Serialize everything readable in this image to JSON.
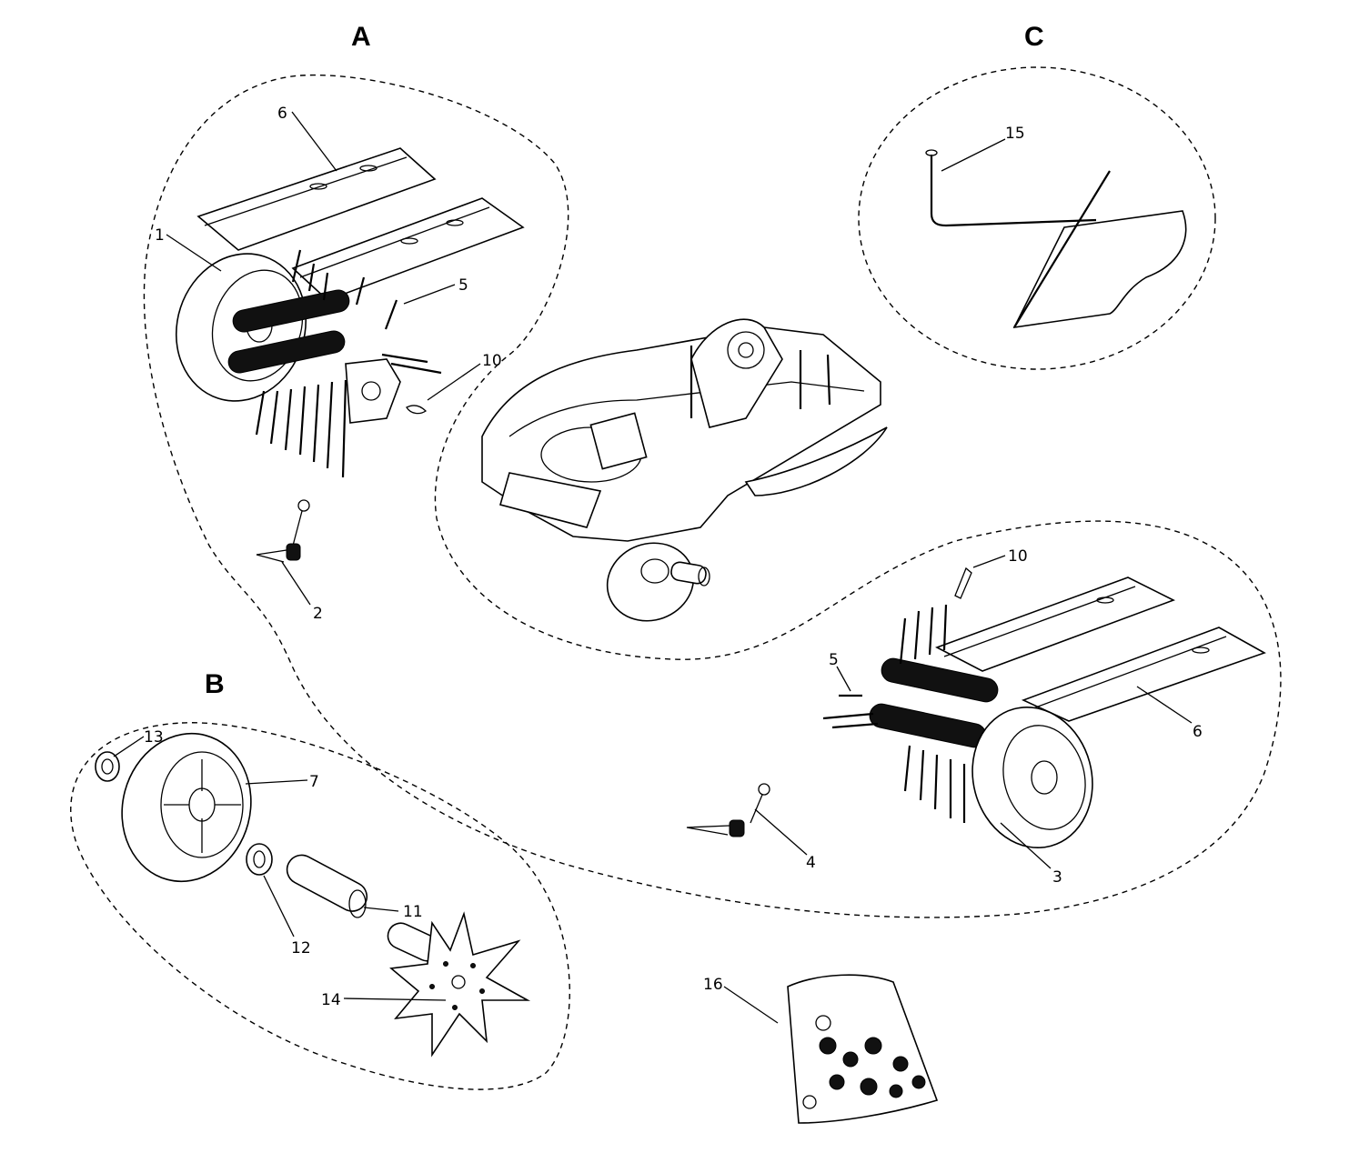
{
  "groups": {
    "a": "A",
    "b": "B",
    "c": "C"
  },
  "labels": {
    "n1": "1",
    "n2": "2",
    "n3": "3",
    "n4": "4",
    "n5a": "5",
    "n5b": "5",
    "n6a": "6",
    "n6b": "6",
    "n7": "7",
    "n10a": "10",
    "n10b": "10",
    "n11": "11",
    "n12": "12",
    "n13": "13",
    "n14": "14",
    "n15": "15",
    "n16": "16"
  }
}
